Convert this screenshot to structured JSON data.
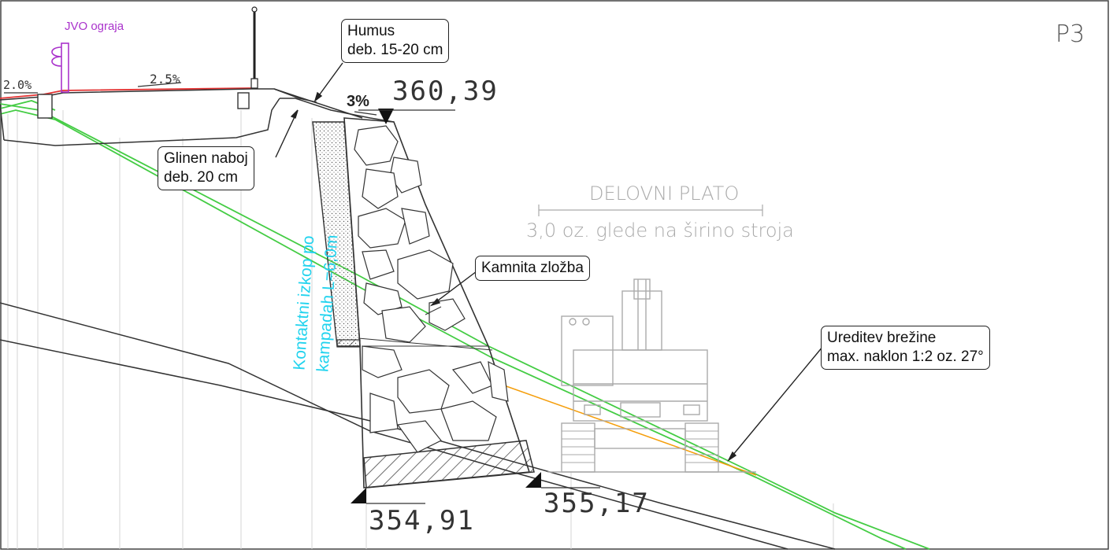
{
  "sheet": {
    "id": "P3"
  },
  "labels": {
    "jvo": "JVO ograja",
    "slope_left": "2.0%",
    "slope_road": "2.5%",
    "slope_top": "3%",
    "humus_1": "Humus",
    "humus_2": "deb. 15-20 cm",
    "glinen_1": "Glinen naboj",
    "glinen_2": "deb. 20 cm",
    "kamnita": "Kamnita zložba",
    "ureditev_1": "Ureditev brežine",
    "ureditev_2": "max. naklon 1:2 oz. 27°",
    "kontakt_1": "Kontaktni izkop po",
    "kontakt_2": "kampadah L=6,0m",
    "delovni_1": "DELOVNI PLATO",
    "delovni_2": "3,0 oz. glede na širino stroja"
  },
  "elevations": {
    "top": "360,39",
    "bottom_left": "354,91",
    "bottom_right": "355,17"
  },
  "colors": {
    "terrain": "#44cc44",
    "guardrail": "#aa33cc",
    "cyan_text": "#22d3ee",
    "orange_line": "#f59e0b",
    "red_line": "#e33333"
  }
}
